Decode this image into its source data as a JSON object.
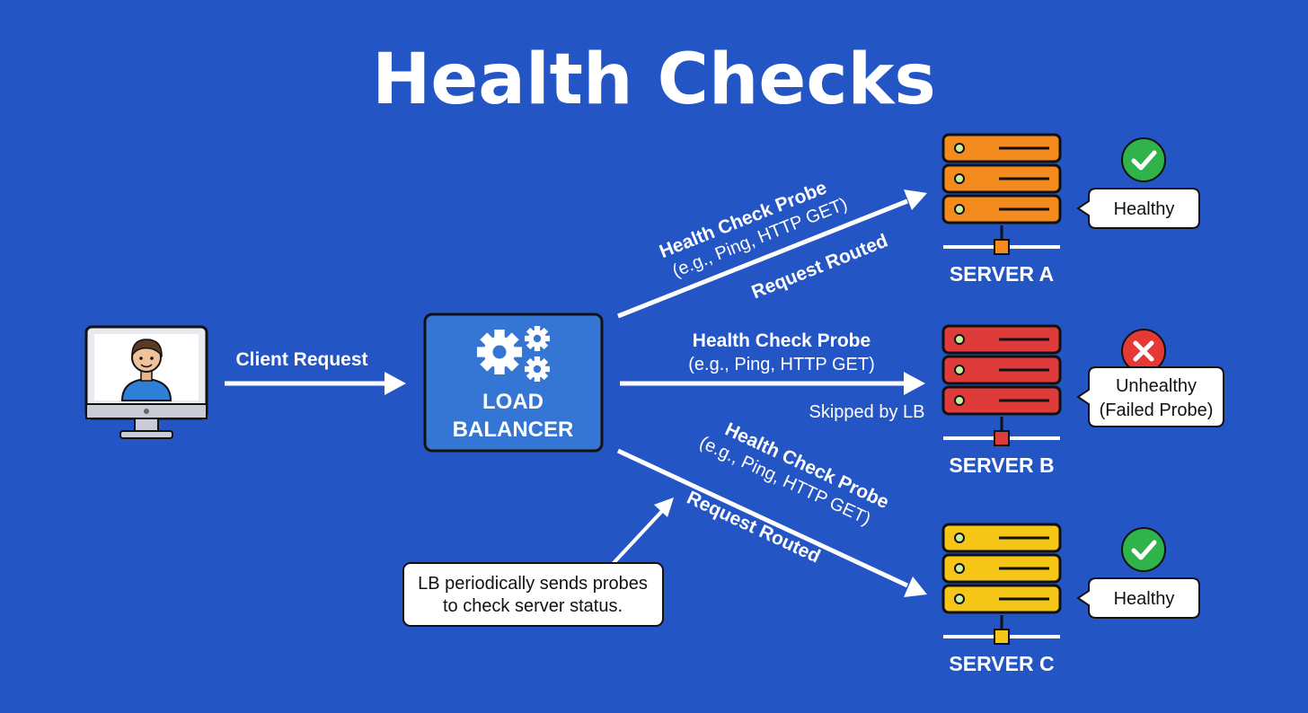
{
  "title": "Health Checks",
  "client": {
    "request_label": "Client Request"
  },
  "load_balancer": {
    "line1": "LOAD",
    "line2": "BALANCER"
  },
  "paths": {
    "a": {
      "probe_title": "Health Check Probe",
      "probe_detail": "(e.g., Ping, HTTP GET)",
      "routing": "Request Routed"
    },
    "b": {
      "probe_title": "Health Check Probe",
      "probe_detail": "(e.g., Ping, HTTP GET)",
      "routing": "Skipped by LB"
    },
    "c": {
      "probe_title": "Health Check Probe",
      "probe_detail": "(e.g., Ping, HTTP GET)",
      "routing": "Request Routed"
    }
  },
  "servers": [
    {
      "name": "SERVER A",
      "status": "Healthy",
      "status_line2": "",
      "healthy": true,
      "color": "#f58a1f",
      "status_icon": "check-icon"
    },
    {
      "name": "SERVER B",
      "status": "Unhealthy",
      "status_line2": "(Failed Probe)",
      "healthy": false,
      "color": "#e03b3b",
      "status_icon": "cross-icon"
    },
    {
      "name": "SERVER C",
      "status": "Healthy",
      "status_line2": "",
      "healthy": true,
      "color": "#f5c518",
      "status_icon": "check-icon"
    }
  ],
  "callout": {
    "line1": "LB periodically sends probes",
    "line2": "to check server status."
  },
  "colors": {
    "background": "#2455c4",
    "load_balancer": "#3576d4",
    "healthy": "#2fb34a",
    "unhealthy": "#e53935"
  }
}
